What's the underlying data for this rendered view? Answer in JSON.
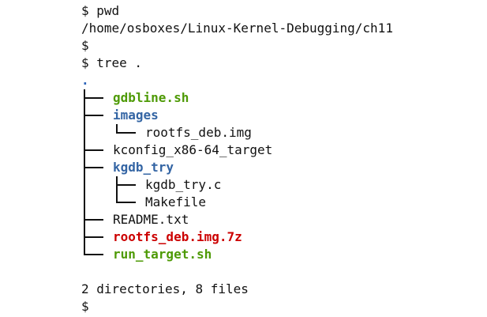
{
  "terminal": {
    "lines": [
      {
        "kind": "prompt",
        "text": "$ pwd"
      },
      {
        "kind": "output",
        "text": "/home/osboxes/Linux-Kernel-Debugging/ch11"
      },
      {
        "kind": "prompt",
        "text": "$"
      },
      {
        "kind": "prompt",
        "text": "$ tree ."
      }
    ],
    "tree_root": ".",
    "tree": [
      {
        "name": "gdbline.sh",
        "type": "exec",
        "depth": 0,
        "last": false
      },
      {
        "name": "images",
        "type": "dir",
        "depth": 0,
        "last": false
      },
      {
        "name": "rootfs_deb.img",
        "type": "plain",
        "depth": 1,
        "last": true,
        "parent_last": false
      },
      {
        "name": "kconfig_x86-64_target",
        "type": "plain",
        "depth": 0,
        "last": false
      },
      {
        "name": "kgdb_try",
        "type": "dir",
        "depth": 0,
        "last": false
      },
      {
        "name": "kgdb_try.c",
        "type": "plain",
        "depth": 1,
        "last": false,
        "parent_last": false
      },
      {
        "name": "Makefile",
        "type": "plain",
        "depth": 1,
        "last": true,
        "parent_last": false
      },
      {
        "name": "README.txt",
        "type": "plain",
        "depth": 0,
        "last": false
      },
      {
        "name": "rootfs_deb.img.7z",
        "type": "archive",
        "depth": 0,
        "last": false
      },
      {
        "name": "run_target.sh",
        "type": "exec",
        "depth": 0,
        "last": true
      }
    ],
    "summary": "2 directories, 8 files",
    "final_prompt": "$"
  },
  "colors": {
    "exec": "#4e9a06",
    "dir": "#3465a4",
    "archive": "#cc0000",
    "text": "#111111"
  }
}
